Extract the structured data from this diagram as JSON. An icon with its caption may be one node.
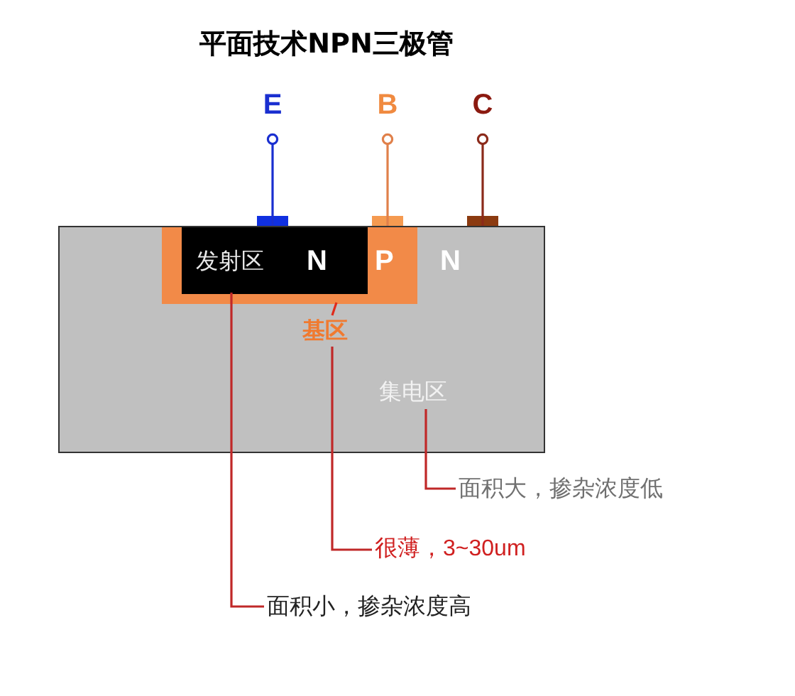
{
  "diagram": {
    "title": "平面技术NPN三极管",
    "nodes": [
      {
        "text": [
          "E"
        ]
      },
      {
        "text": [
          "B"
        ]
      },
      {
        "text": [
          "C"
        ]
      },
      {
        "text": [
          "N"
        ]
      },
      {
        "text": [
          "P"
        ],
        "in": 3
      },
      {
        "text": [
          "发射区",
          "N"
        ],
        "in": 4
      },
      {
        "text": [
          "基区"
        ],
        "in": 3
      },
      {
        "text": [
          "集电区"
        ],
        "in": 3
      },
      {
        "text": [
          "面积大，掺杂浓度低"
        ]
      },
      {
        "text": [
          "很薄，3~30um"
        ]
      },
      {
        "text": [
          "面积小，掺杂浓度高"
        ]
      }
    ],
    "edges": [
      {
        "from": 0,
        "to": 5,
        "arrow": "other",
        "color": "#1a2fd0"
      },
      {
        "from": 1,
        "to": 4,
        "arrow": "other",
        "color": "#e0804a"
      },
      {
        "from": 2,
        "to": 3,
        "arrow": "other",
        "color": "#8b2a1a"
      },
      {
        "from": 6,
        "to": 4,
        "arrow": "none",
        "color": "#e02a1a"
      },
      {
        "from": 7,
        "to": 8,
        "arrow": "none"
      },
      {
        "from": 6,
        "to": 9,
        "arrow": "none"
      },
      {
        "from": 5,
        "to": 10,
        "arrow": "none"
      }
    ]
  }
}
